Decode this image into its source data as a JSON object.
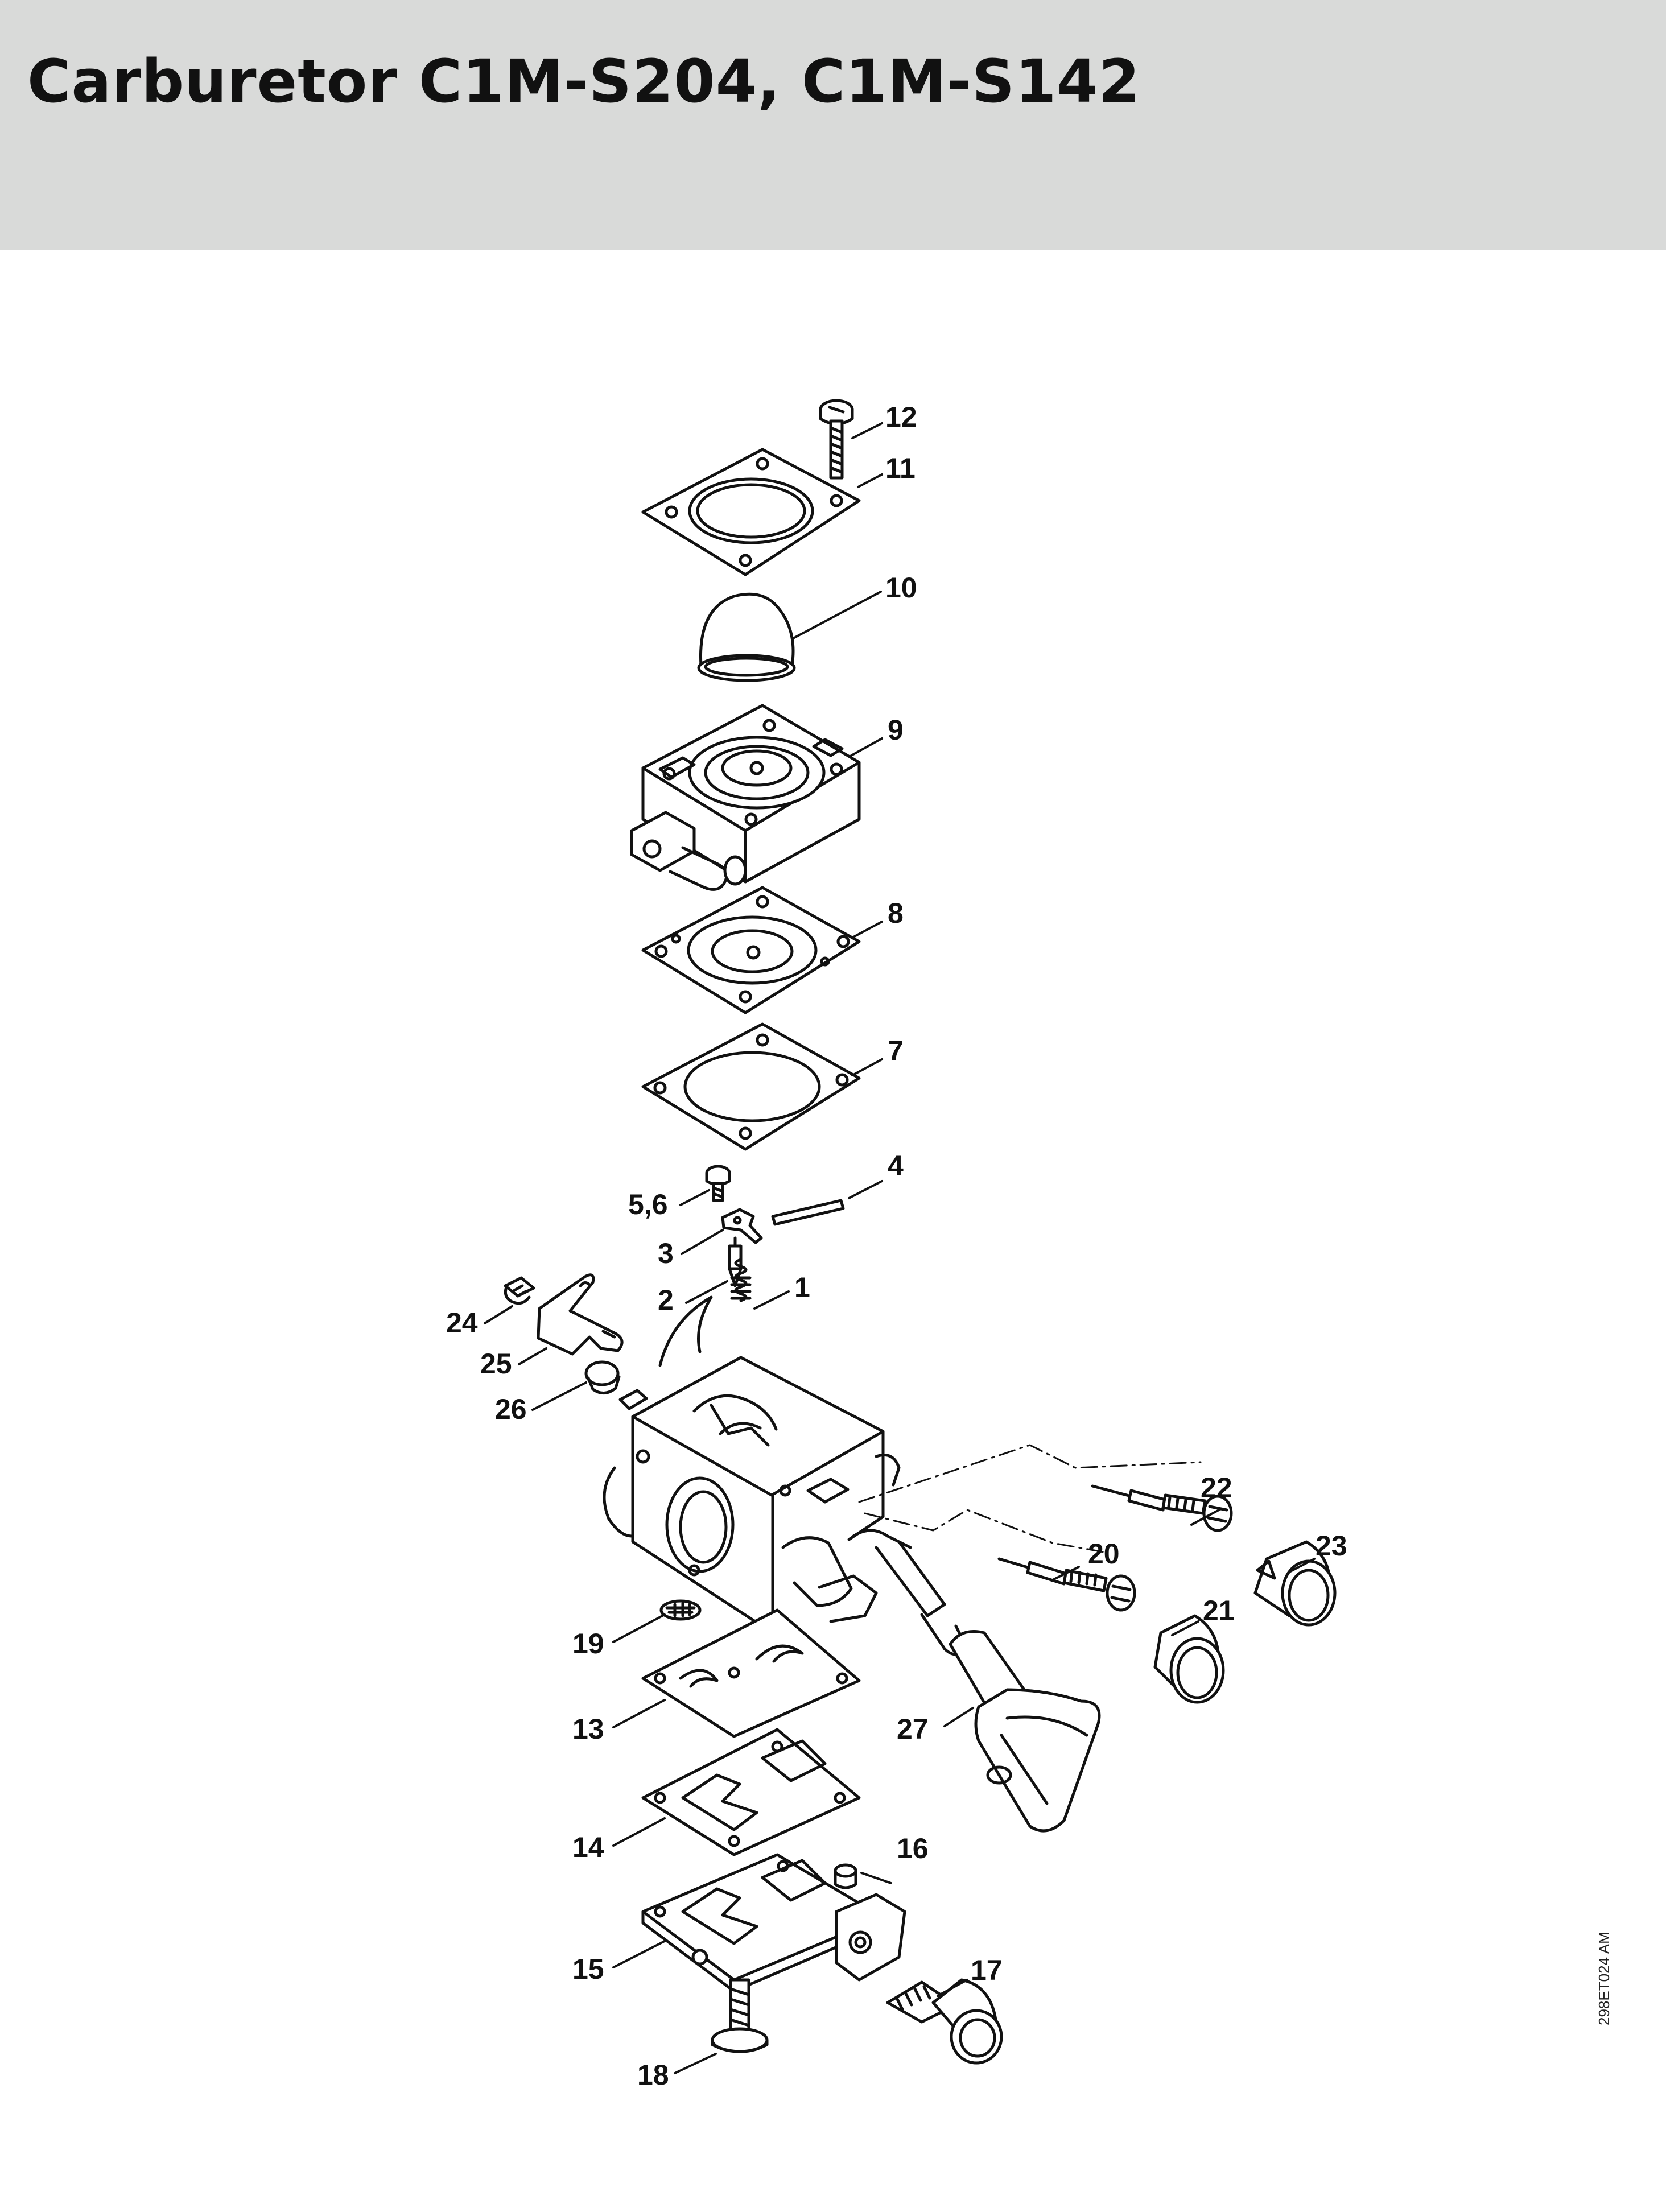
{
  "title": "Carburetor C1M-S204, C1M-S142",
  "reference_code": "298ET024 AM",
  "callouts": {
    "c1": "1",
    "c2": "2",
    "c3": "3",
    "c4": "4",
    "c56": "5,6",
    "c7": "7",
    "c8": "8",
    "c9": "9",
    "c10": "10",
    "c11": "11",
    "c12": "12",
    "c13": "13",
    "c14": "14",
    "c15": "15",
    "c16": "16",
    "c17": "17",
    "c18": "18",
    "c19": "19",
    "c20": "20",
    "c21": "21",
    "c22": "22",
    "c23": "23",
    "c24": "24",
    "c25": "25",
    "c26": "26",
    "c27": "27"
  }
}
